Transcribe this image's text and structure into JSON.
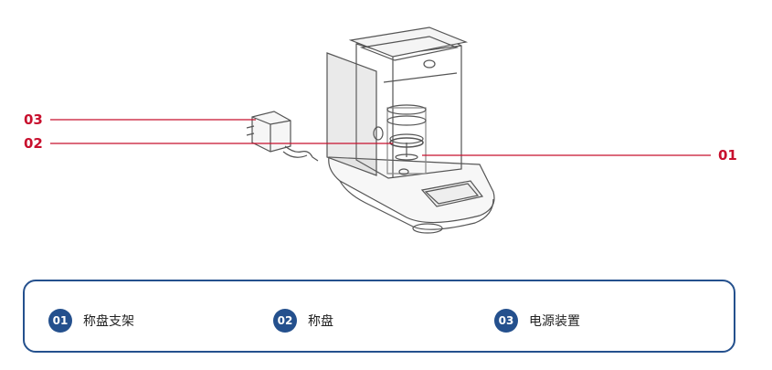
{
  "colors": {
    "accent_red": "#c8102e",
    "brand_blue": "#24508d",
    "line_gray": "#555555"
  },
  "callouts": [
    {
      "id": "01",
      "label": "称盘支架"
    },
    {
      "id": "02",
      "label": "称盘"
    },
    {
      "id": "03",
      "label": "电源装置"
    }
  ]
}
